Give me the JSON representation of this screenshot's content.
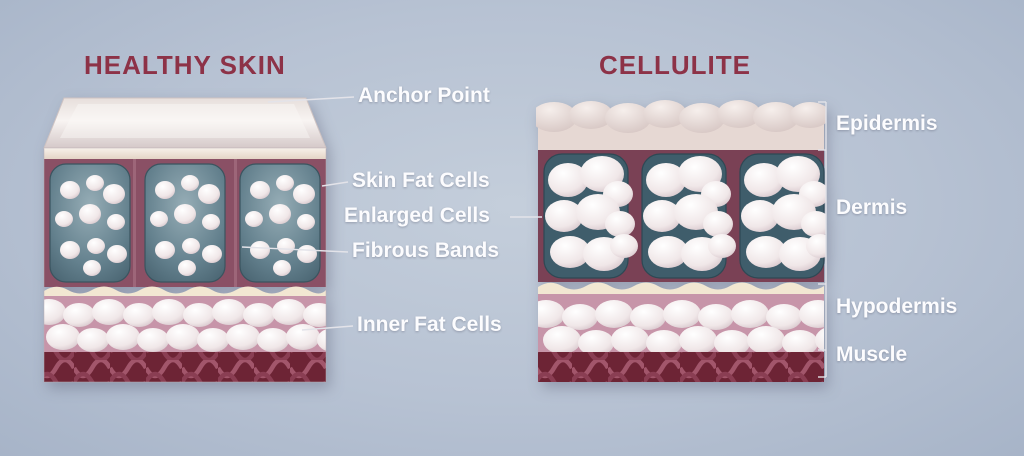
{
  "titles": {
    "healthy": "HEALTHY SKIN",
    "cellulite": "CELLULITE"
  },
  "center_labels": [
    {
      "text": "Anchor Point"
    },
    {
      "text": "Skin Fat Cells"
    },
    {
      "text": "Enlarged Cells"
    },
    {
      "text": "Fibrous Bands"
    },
    {
      "text": "Inner Fat Cells"
    }
  ],
  "layer_labels": [
    {
      "text": "Epidermis"
    },
    {
      "text": "Dermis"
    },
    {
      "text": "Hypodermis"
    },
    {
      "text": "Muscle"
    }
  ],
  "colors": {
    "background": "#b7c2d3",
    "title_text": "#8d3247",
    "label_text": "#ffffff",
    "dermis_fibrous": "#8a5065",
    "chamber_teal": "#4f6b78",
    "fat_cell": "#f0e7e8",
    "hypodermis_pink": "#c795a9",
    "separator_cream": "#f2e7d2",
    "muscle": "#6d2435",
    "leader_line": "#e3e3e9"
  }
}
